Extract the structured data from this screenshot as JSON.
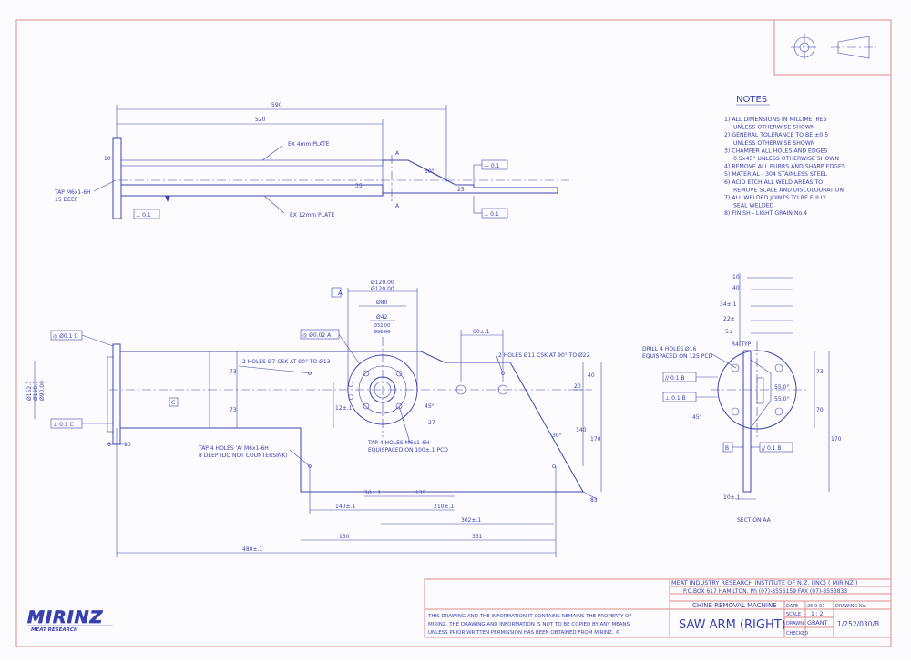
{
  "notes": {
    "heading": "NOTES",
    "items": [
      "1) ALL DIMENSIONS IN MILLIMETRES",
      "UNLESS OTHERWISE SHOWN",
      "2) GENERAL TOLERANCE TO BE ±0.5",
      "UNLESS OTHERWISE SHOWN",
      "3) CHAMFER ALL HOLES AND EDGES",
      "0.5x45° UNLESS OTHERWISE SHOWN",
      "4) REMOVE ALL BURRS AND SHARP EDGES",
      "5) MATERIAL - 304 STAINLESS STEEL",
      "6) ACID ETCH ALL WELD AREAS TO",
      "REMOVE SCALE AND DISCOLOURATION",
      "7) ALL WELDED JOINTS TO BE FULLY",
      "SEAL WELDED",
      "8) FINISH - LIGHT GRAIN No.4"
    ]
  },
  "top_view": {
    "dim_590": "590",
    "dim_520": "520",
    "label_plate_4": "EX 4mm PLATE",
    "label_plate_12": "EX 12mm PLATE",
    "tap_note_1": "TAP M6x1-6H",
    "tap_note_2": "15 DEEP",
    "dim_10": "10",
    "dim_30deg": "30°",
    "dim_35": "35",
    "dim_25": "25",
    "tol_a": "⊥ 0.1",
    "tol_b": "⊥ 0.1",
    "tol_c": "— 0.1",
    "section_a1": "A",
    "section_a2": "A"
  },
  "front_view": {
    "datum_a": "A",
    "datum_c": "C",
    "dia_120": "Ø120.00",
    "dia_120b": "Ø120.00",
    "dia_80": "Ø80",
    "dia_42": "Ø42",
    "dia_32": "Ø32.00",
    "dia_32b": "Ø32.00",
    "tol_conc_1": "◎ Ø0.1 C",
    "tol_conc_2": "◎ Ø0.02 A",
    "tol_perp": "⊥ 0.1 C",
    "holes_csk_13": "2 HOLES Ø7 CSK AT 90° TO Ø13",
    "holes_csk_22": "2 HOLES Ø11 CSK AT 90° TO Ø22",
    "dim_60": "60±.1",
    "tap_4a_1": "TAP 4 HOLES 'A' M6x1-6H",
    "tap_4a_2": "8 DEEP (DO NOT COUNTERSINK)",
    "tap_4b_1": "TAP 4 HOLES M6x1-6H",
    "tap_4b_2": "EQUISPACED ON 100±.1 PCD",
    "dim_73a": "73",
    "dim_73b": "73",
    "dim_12": "12±.1",
    "dim_40": "40",
    "dim_20": "20",
    "dim_140": "140",
    "dim_170": "170",
    "dim_30": "30°",
    "dim_45": "45°",
    "dim_27": "27",
    "dim_83": "83",
    "dim_50": "50±.1",
    "dim_135": "135",
    "dim_140h": "140±.1",
    "dim_210": "210±.1",
    "dim_302": "302±.1",
    "dim_150": "150",
    "dim_331": "331",
    "dim_480": "480±.1",
    "dim_6": "6",
    "dim_10": "10",
    "dia_152": "Ø152.7",
    "dia_150": "Ø150.7",
    "dia_90": "Ø90.00"
  },
  "section_view": {
    "title": "SECTION AA",
    "dim_10": "10",
    "dim_40": "40",
    "dim_34": "34±.1",
    "dim_22": "22±",
    "dim_5": "5±",
    "dim_r4": "R4(TYP)",
    "drill_1": "DRILL 4 HOLES Ø16",
    "drill_2": "EQUISPACED ON 125 PCD",
    "tol_par": "// 0.1 B",
    "tol_perp": "⊥ 0.1 B",
    "tol_par2": "// 0.1 B",
    "datum_b": "B",
    "dim_55a": "55.0°",
    "dim_55b": "55.0°",
    "dim_45": "45°",
    "dim_73": "73",
    "dim_70": "70",
    "dim_170": "170",
    "dim_10b": "10±.1"
  },
  "title_block": {
    "company": "MEAT INDUSTRY RESEARCH INSTITUTE OF N.Z. (INC) ( MIRINZ )",
    "address": "P.O.BOX 617 HAMILTON.  Ph (07)-8556159   FAX (07)-8553833",
    "project": "CHINE REMOVAL MACHINE",
    "title": "SAW ARM (RIGHT)",
    "disclaimer_1": "THIS DRAWING AND THE INFORMATION IT CONTAINS REMAINS THE PROPERTY OF",
    "disclaimer_2": "MIRINZ. THE DRAWING AND INFORMATION IS NOT TO BE COPIED BY ANY MEANS",
    "disclaimer_3": "UNLESS PRIOR WRITTEN PERMISSION HAS BEEN OBTAINED FROM MIRINZ.  ©",
    "date_label": "DATE",
    "date_value": "26-9-97",
    "drawing_no_label": "DRAWING No.",
    "scale_label": "SCALE",
    "scale_value": "1 : 2",
    "drawn_label": "DRAWN",
    "drawn_value": "GRANT",
    "checked_label": "CHECKED",
    "drawing_no": "1/252/030/B"
  },
  "logo": {
    "brand": "MIRINZ",
    "tagline": "MEAT RESEARCH"
  }
}
